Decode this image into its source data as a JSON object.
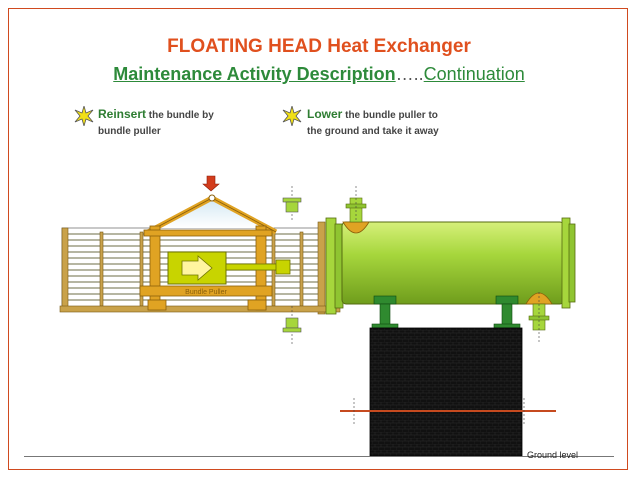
{
  "slide": {
    "title": "FLOATING HEAD Heat Exchanger",
    "subtitle_main": "Maintenance Activity Description",
    "subtitle_dots": "…..",
    "subtitle_cont": "Continuation"
  },
  "steps": [
    {
      "keyword": "Reinsert",
      "line1": " the bundle by",
      "line2": "bundle puller"
    },
    {
      "keyword": "Lower",
      "line1": " the bundle puller to",
      "line2": "the ground and take it away"
    }
  ],
  "diagram": {
    "bundle_puller_label": "Bundle Puller",
    "ground_label": "Ground level"
  },
  "colors": {
    "title": "#e0501e",
    "accent_green": "#2d8a3a",
    "shell": "#a6d63c",
    "frame": "#e0a323",
    "star": "#f1e016"
  },
  "icons": {
    "step_marker": "sun-star-icon",
    "arrow": "down-arrow-icon",
    "direction": "right-arrow-icon"
  }
}
